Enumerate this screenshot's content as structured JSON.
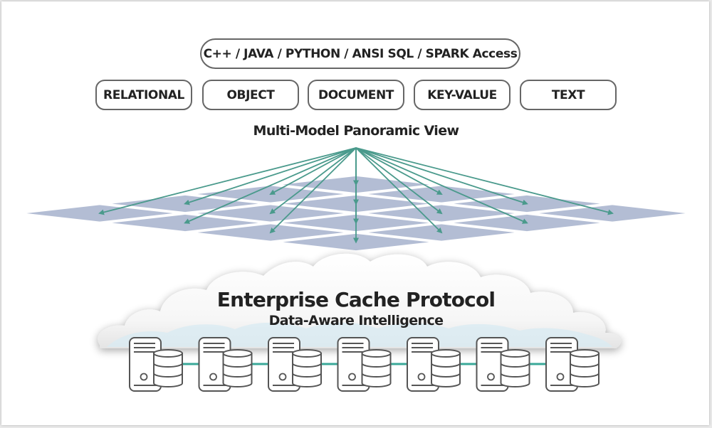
{
  "access_layer": {
    "label": "C++ / JAVA /  PYTHON / ANSI SQL / SPARK Access"
  },
  "data_models": [
    {
      "label": "RELATIONAL"
    },
    {
      "label": "OBJECT"
    },
    {
      "label": "DOCUMENT"
    },
    {
      "label": "KEY-VALUE"
    },
    {
      "label": "TEXT"
    }
  ],
  "panoramic_view": {
    "label": "Multi-Model Panoramic View",
    "grid_rows": 4,
    "grid_cols": 4
  },
  "cache_layer": {
    "title": "Enterprise Cache Protocol",
    "subtitle": "Data-Aware Intelligence"
  },
  "servers": {
    "count": 7,
    "icon": "server-database-icon"
  },
  "colors": {
    "arrow": "#4a9a8c",
    "grid_fill": "#b3bdd4",
    "cloud_fill": "#f7f7f7",
    "cloud_shade": "#d9ebf3",
    "link": "#3aa898",
    "outline": "#555555"
  }
}
